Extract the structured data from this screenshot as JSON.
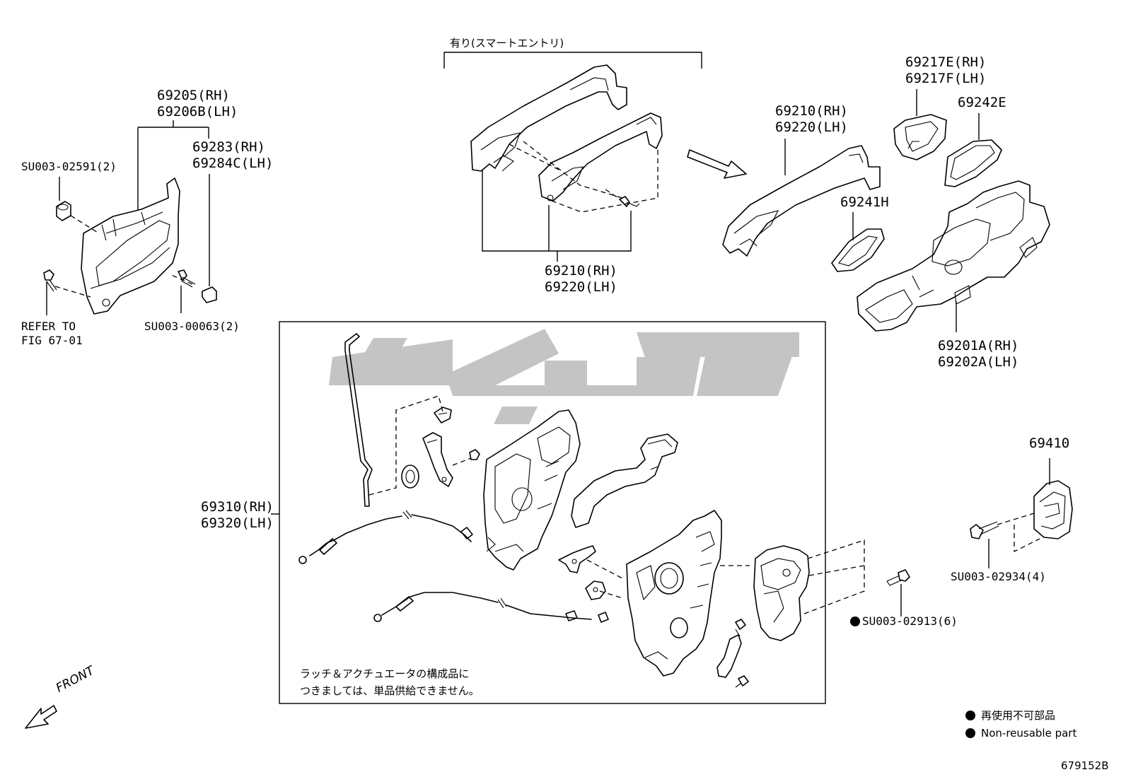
{
  "labels": {
    "smart_entry": "有り(スマートエントリ)",
    "handle_inner_rh": "69205(RH)",
    "handle_inner_lh": "69206B(LH)",
    "cover_rh": "69283(RH)",
    "cover_lh": "69284C(LH)",
    "su_02591": "SU003-02591(2)",
    "refer_to": "REFER TO",
    "fig": "FIG 67-01",
    "su_00063": "SU003-00063(2)",
    "outer_upper_rh": "69210(RH)",
    "outer_upper_lh": "69220(LH)",
    "outer_lower_rh": "69210(RH)",
    "outer_lower_lh": "69220(LH)",
    "cap_rh": "69217E(RH)",
    "cap_lh": "69217F(LH)",
    "pad_69242e": "69242E",
    "pad_69241h": "69241H",
    "frame_rh": "69201A(RH)",
    "frame_lh": "69202A(LH)",
    "striker": "69410",
    "su_02934": "SU003-02934(4)",
    "lock_rh": "69310(RH)",
    "lock_lh": "69320(LH)",
    "su_02913": "SU003-02913(6)",
    "note_line1": "ラッチ＆アクチュエータの構成品に",
    "note_line2": "つきましては、単品供給できません。",
    "front": "FRONT",
    "legend_jp": "再使用不可部品",
    "legend_en": "Non-reusable part",
    "figure_id": "679152B"
  },
  "colors": {
    "line": "#000000",
    "watermark": "#c4c4c4"
  }
}
